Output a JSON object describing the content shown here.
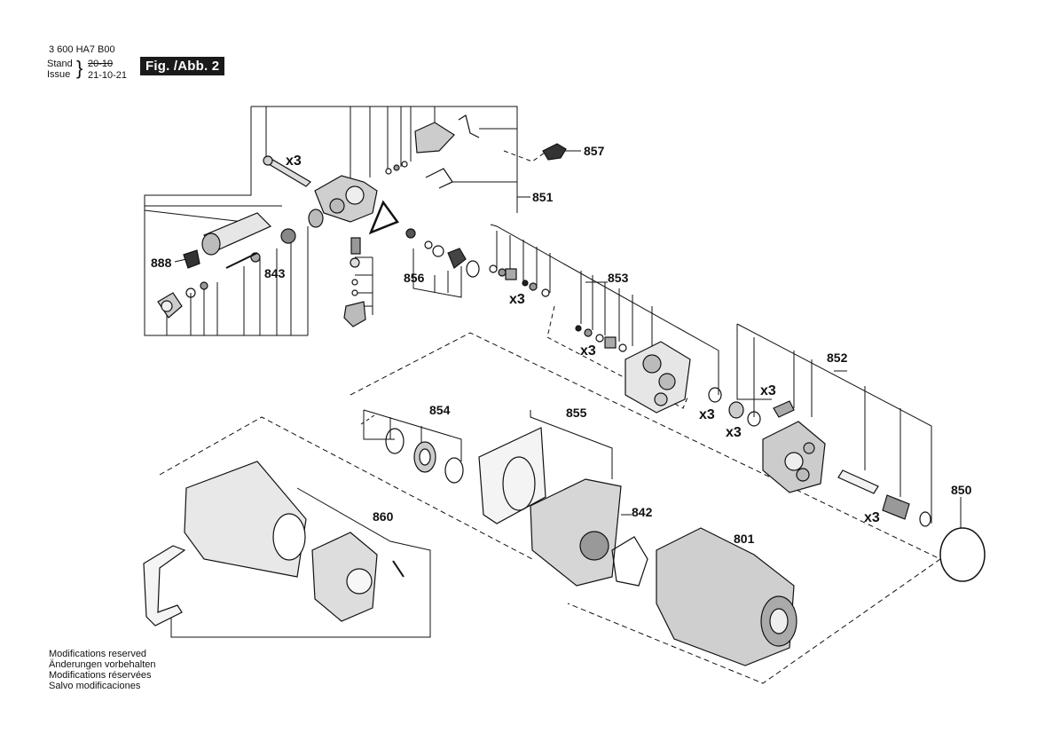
{
  "header": {
    "doc_number": "3 600 HA7 B00",
    "stand_label": "Stand",
    "issue_label": "Issue",
    "stand_date": "20-10",
    "issue_date": "21-10-21",
    "figure_label": "Fig. /Abb. 2"
  },
  "footer": {
    "lines": [
      "Modifications reserved",
      "Änderungen vorbehalten",
      "Modifications réservées",
      "Salvo modificaciones"
    ]
  },
  "part_labels": {
    "p857": "857",
    "p851": "851",
    "p888": "888",
    "p843": "843",
    "p856": "856",
    "p853": "853",
    "p852": "852",
    "p854": "854",
    "p855": "855",
    "p860": "860",
    "p842": "842",
    "p801": "801",
    "p850": "850"
  },
  "quantity_label": "x3"
}
